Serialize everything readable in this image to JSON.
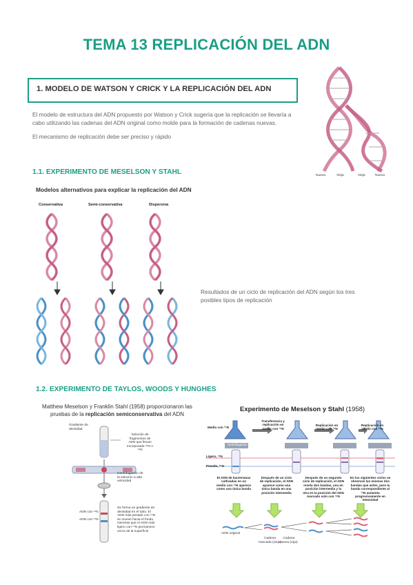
{
  "page": {
    "title": "TEMA 13 REPLICACIÓN DEL ADN",
    "section1": {
      "title": "1.   MODELO DE WATSON Y CRICK Y LA REPLICACIÓN DEL ADN",
      "para1_line1": "El modelo de estructura del ADN propuesto por Watson y Crick sugería que la replicación se llevaría a",
      "para1_line2": "cabo utilizando las cadenas del ADN original como molde para la formación de cadenas nuevas.",
      "para2": "El mecanismo de replicación debe ser preciso y rápido",
      "helix_labels": [
        "Nueva",
        "Vieja",
        "Vieja",
        "Nueva"
      ]
    },
    "section11": {
      "title": "1.1. EXPERIMENTO DE MESELSON Y STAHL",
      "caption": "Modelos alternativos para explicar la replicación del ADN",
      "models": [
        "Conservativa",
        "Semi-conservativa",
        "Dispersiva"
      ],
      "result_line1": "Resultados de un ciclo de replicación del ADN según los tres",
      "result_line2": "posibles tipos de replicación"
    },
    "section12": {
      "title": "1.2. EXPERIMENTO DE TAYLOS, WOODS Y HUNGHES",
      "left_caption_line1": "Matthew Meselson y Franklin Stahl (1958) proporcionaron las",
      "left_caption_line2_pre": "pruebas de la ",
      "left_caption_line2_bold": "replicación semiconservativa",
      "left_caption_line2_post": " del ADN",
      "left_fig": {
        "gradiente": [
          "Gradiente de",
          "densidad"
        ],
        "solucion": [
          "Solución de",
          "fragmentos de",
          "ADN que llevan",
          "incorporado ¹⁵N o",
          "¹⁴N"
        ],
        "centrifugacion": [
          "Centrifugación de",
          "la solución a alta",
          "velocidad"
        ],
        "forma": [
          "Se forma un gradiente de",
          "densidad en el tubo. El",
          "ADN más pesado con ¹⁵N",
          "se mueve hacia el fondo,",
          "mientras que el ADN más",
          "ligero con ¹⁴N permanece",
          "cerca de la superficie"
        ],
        "adn14": "ADN con ¹⁴N",
        "adn15": "ADN con ¹⁵N"
      },
      "right_fig": {
        "title_bold": "Experimento de Meselson y Stahl",
        "title_year": " (1958)",
        "medio": "Medio con ¹⁵N",
        "transfer": [
          "Transferencia y",
          "replicación   en",
          "medio con ¹⁴N"
        ],
        "replic1": [
          "Replicación en",
          "medio con ¹⁴N"
        ],
        "replic2": [
          "Replicación en",
          "medio con ¹⁴N"
        ],
        "centrif": "Centrifugación",
        "ligero": "Ligero, ¹⁴N",
        "pesado": "Pesado, ¹⁵N",
        "desc1": [
          "El ADN de bacterianas",
          "cultivadas en un",
          "medio con ¹⁵N aparece",
          "como una única banda"
        ],
        "desc2": [
          "Después de un ciclo",
          "de replicación, el ADN",
          "aparece como una",
          "única banda en una",
          "posición intermedia"
        ],
        "desc3": [
          "Después de un segundo",
          "ciclo de replicación, el ADN",
          "revela dos bandas, una en",
          "posición intermedia y la",
          "otra en la posición del ADN",
          "marcado solo con ¹⁴N"
        ],
        "desc4": [
          "En los siguientes ciclos se",
          "observan las mismas dos",
          "bandas que antes, pero la",
          "banda correspondiente al",
          "¹⁴N aumenta",
          "progresivamente en",
          "intensidad"
        ],
        "adn_original": "ADN original",
        "cadena_vieja": [
          "Cadena",
          "marcada (vieja)"
        ],
        "cadena_nueva": [
          "Cadena",
          "nueva (roja)"
        ]
      }
    }
  }
}
